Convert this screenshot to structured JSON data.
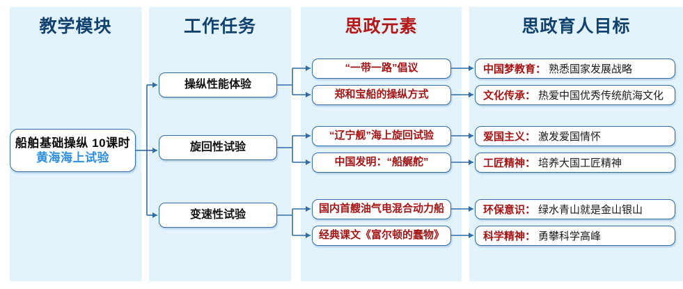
{
  "columns": [
    {
      "id": "teaching-module",
      "title": "教学模块",
      "color": "#11426f"
    },
    {
      "id": "work-task",
      "title": "工作任务",
      "color": "#11426f"
    },
    {
      "id": "ideology-element",
      "title": "思政元素",
      "color": "#b51717"
    },
    {
      "id": "ideology-goal",
      "title": "思政育人目标",
      "color": "#11426f"
    }
  ],
  "root": {
    "line1": "船舶基础操纵  10课时",
    "line2": "黄海海上试验",
    "line1_color": "#0d0d0d",
    "line2_color": "#2f8fe0"
  },
  "tasks": [
    {
      "label": "操纵性能体验"
    },
    {
      "label": "旋回性试验"
    },
    {
      "label": "变速性试验"
    }
  ],
  "elements": [
    {
      "label": "“一带一路”倡议"
    },
    {
      "label": "郑和宝船的操纵方式"
    },
    {
      "label": "“辽宁舰”海上旋回试验"
    },
    {
      "label": "中国发明：“船艉舵”"
    },
    {
      "label": "国内首艘油气电混合动力船"
    },
    {
      "label": "经典课文《富尔顿的蠢物》"
    }
  ],
  "goals": [
    {
      "key": "中国梦教育：",
      "value": "熟悉国家发展战略"
    },
    {
      "key": "文化传承：",
      "value": "热爱中国优秀传统航海文化"
    },
    {
      "key": "爱国主义：",
      "value": "激发爱国情怀"
    },
    {
      "key": "工匠精神：",
      "value": "培养大国工匠精神"
    },
    {
      "key": "环保意识：",
      "value": "绿水青山就是金山银山"
    },
    {
      "key": "科学精神：",
      "value": "勇攀科学高峰"
    }
  ],
  "theme": {
    "panel_bg": "#e2f3fc",
    "node_border": "#2f6ca8",
    "connector": "#2f6ca8",
    "page_bg": "#ffffff"
  }
}
